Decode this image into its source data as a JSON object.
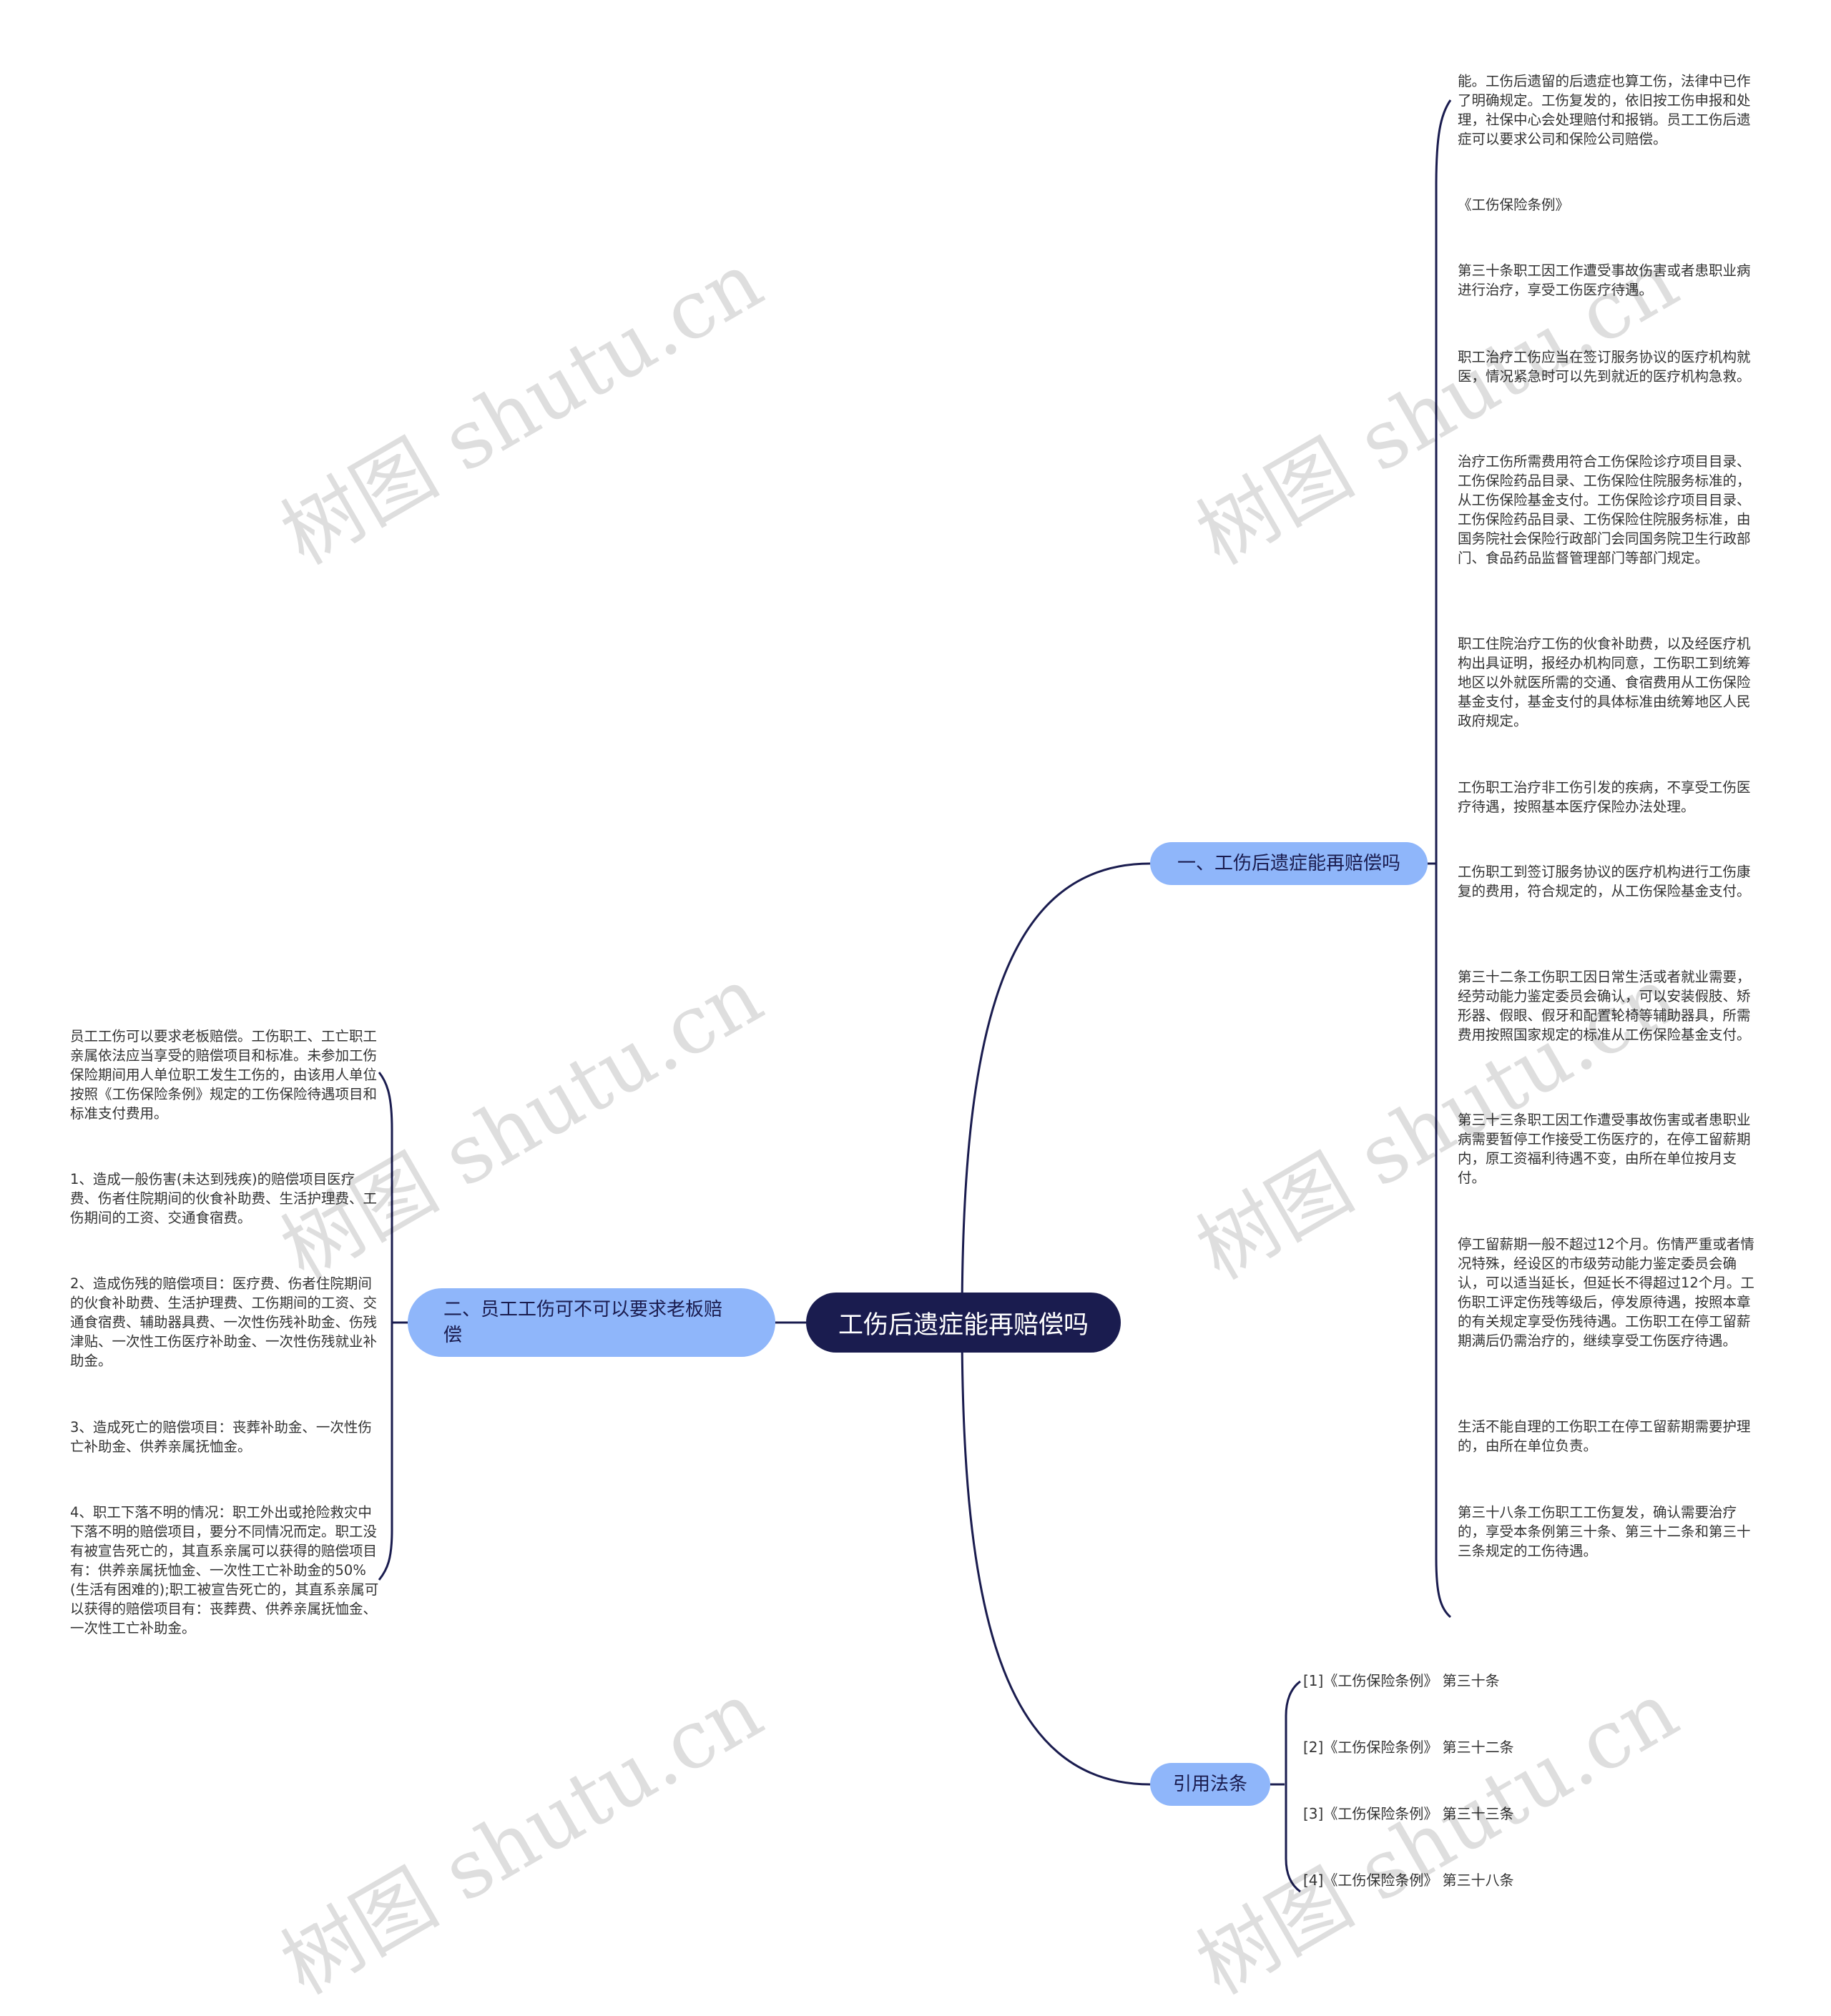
{
  "root": {
    "label": "工伤后遗症能再赔偿吗"
  },
  "branches": [
    {
      "label": "一、工伤后遗症能再赔偿吗"
    },
    {
      "label": "二、员工工伤可不可以要求老板赔偿"
    },
    {
      "label": "引用法条"
    }
  ],
  "right_leaves": [
    "能。工伤后遗留的后遗症也算工伤，法律中已作了明确规定。工伤复发的，依旧按工伤申报和处理，社保中心会处理赔付和报销。员工工伤后遗症可以要求公司和保险公司赔偿。",
    "《工伤保险条例》",
    "第三十条职工因工作遭受事故伤害或者患职业病进行治疗，享受工伤医疗待遇。",
    "职工治疗工伤应当在签订服务协议的医疗机构就医，情况紧急时可以先到就近的医疗机构急救。",
    "治疗工伤所需费用符合工伤保险诊疗项目目录、工伤保险药品目录、工伤保险住院服务标准的，从工伤保险基金支付。工伤保险诊疗项目目录、工伤保险药品目录、工伤保险住院服务标准，由国务院社会保险行政部门会同国务院卫生行政部门、食品药品监督管理部门等部门规定。",
    "职工住院治疗工伤的伙食补助费，以及经医疗机构出具证明，报经办机构同意，工伤职工到统筹地区以外就医所需的交通、食宿费用从工伤保险基金支付，基金支付的具体标准由统筹地区人民政府规定。",
    "工伤职工治疗非工伤引发的疾病，不享受工伤医疗待遇，按照基本医疗保险办法处理。",
    "工伤职工到签订服务协议的医疗机构进行工伤康复的费用，符合规定的，从工伤保险基金支付。",
    "第三十二条工伤职工因日常生活或者就业需要，经劳动能力鉴定委员会确认，可以安装假肢、矫形器、假眼、假牙和配置轮椅等辅助器具，所需费用按照国家规定的标准从工伤保险基金支付。",
    "第三十三条职工因工作遭受事故伤害或者患职业病需要暂停工作接受工伤医疗的，在停工留薪期内，原工资福利待遇不变，由所在单位按月支付。",
    "停工留薪期一般不超过12个月。伤情严重或者情况特殊，经设区的市级劳动能力鉴定委员会确认，可以适当延长，但延长不得超过12个月。工伤职工评定伤残等级后，停发原待遇，按照本章的有关规定享受伤残待遇。工伤职工在停工留薪期满后仍需治疗的，继续享受工伤医疗待遇。",
    "生活不能自理的工伤职工在停工留薪期需要护理的，由所在单位负责。",
    "第三十八条工伤职工工伤复发，确认需要治疗的，享受本条例第三十条、第三十二条和第三十三条规定的工伤待遇。"
  ],
  "left_leaves": [
    "员工工伤可以要求老板赔偿。工伤职工、工亡职工亲属依法应当享受的赔偿项目和标准。未参加工伤保险期间用人单位职工发生工伤的，由该用人单位按照《工伤保险条例》规定的工伤保险待遇项目和标准支付费用。",
    "1、造成一般伤害(未达到残疾)的赔偿项目医疗费、伤者住院期间的伙食补助费、生活护理费、工伤期间的工资、交通食宿费。",
    "2、造成伤残的赔偿项目：医疗费、伤者住院期间的伙食补助费、生活护理费、工伤期间的工资、交通食宿费、辅助器具费、一次性伤残补助金、伤残津贴、一次性工伤医疗补助金、一次性伤残就业补助金。",
    "3、造成死亡的赔偿项目：丧葬补助金、一次性伤亡补助金、供养亲属抚恤金。",
    "4、职工下落不明的情况：职工外出或抢险救灾中下落不明的赔偿项目，要分不同情况而定。职工没有被宣告死亡的，其直系亲属可以获得的赔偿项目有：供养亲属抚恤金、一次性工亡补助金的50%(生活有困难的);职工被宣告死亡的，其直系亲属可以获得的赔偿项目有：丧葬费、供养亲属抚恤金、一次性工亡补助金。"
  ],
  "references": [
    "[1]《工伤保险条例》 第三十条",
    "[2]《工伤保险条例》 第三十二条",
    "[3]《工伤保险条例》 第三十三条",
    "[4]《工伤保险条例》 第三十八条"
  ],
  "watermark": "树图 shutu.cn",
  "colors": {
    "root": "#1a1c4f",
    "branch": "#8fb6fa",
    "line": "#1a1c4f"
  }
}
